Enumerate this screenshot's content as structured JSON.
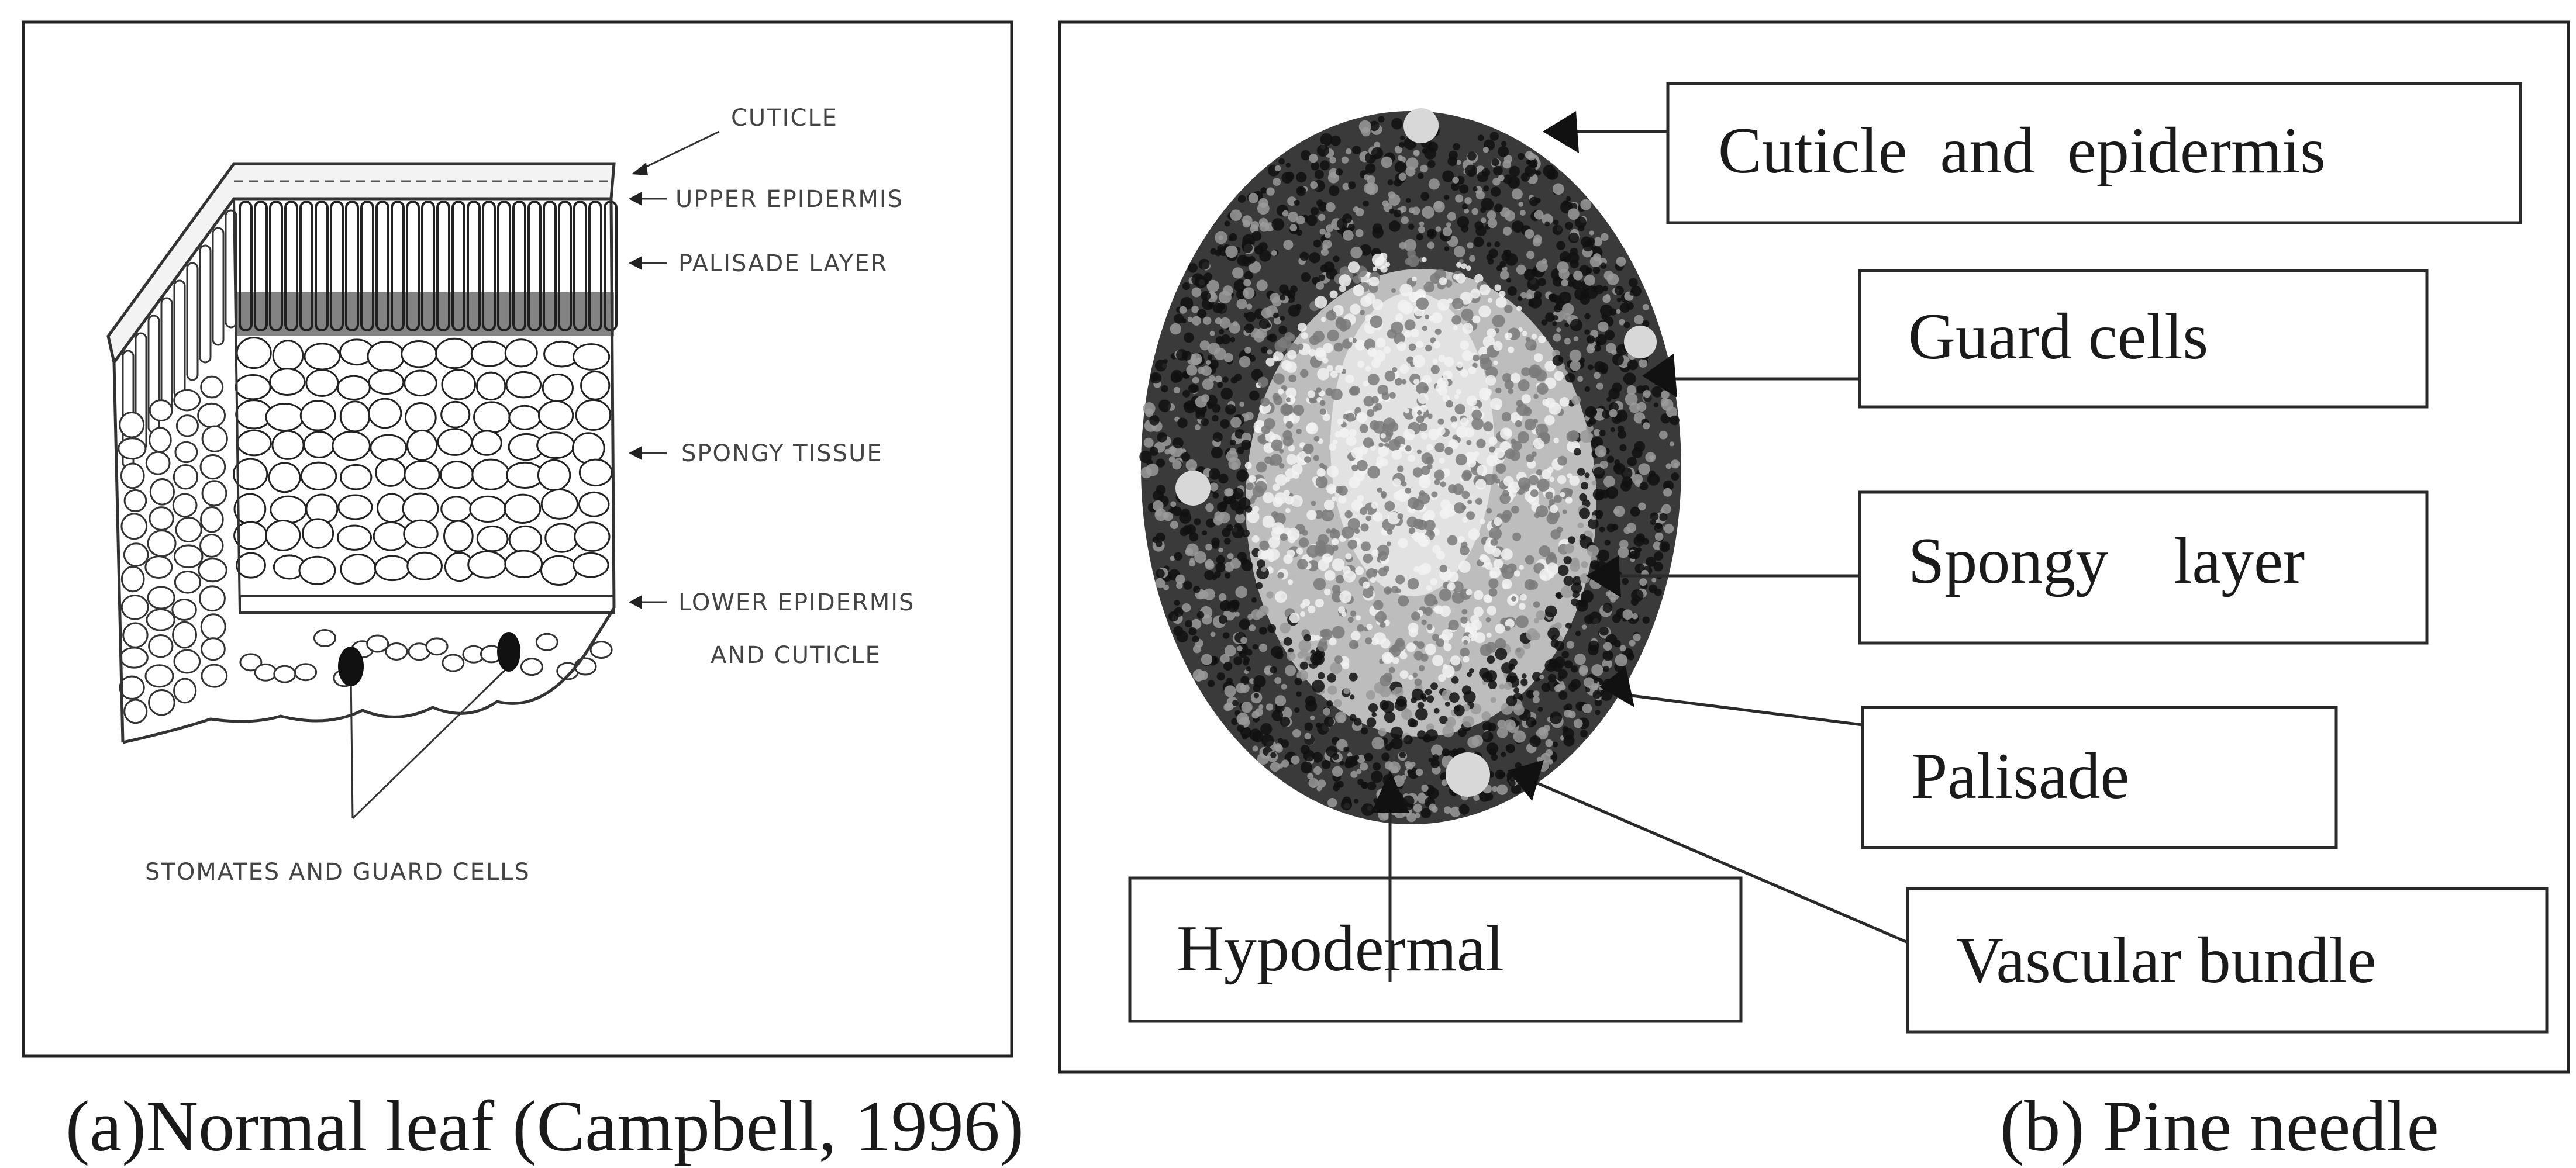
{
  "panel_a": {
    "labels": {
      "cuticle": "CUTICLE",
      "upper_epidermis": "UPPER EPIDERMIS",
      "palisade_layer": "PALISADE LAYER",
      "spongy_tissue": "SPONGY TISSUE",
      "lower_epidermis_line1": "LOWER EPIDERMIS",
      "lower_epidermis_line2": "AND CUTICLE",
      "stomates": "STOMATES AND GUARD CELLS"
    },
    "caption": "(a)Normal leaf (Campbell, 1996)"
  },
  "panel_b": {
    "labels": {
      "cuticle_epidermis": "Cuticle  and  epidermis",
      "guard_cells": "Guard cells",
      "spongy_layer": "Spongy    layer",
      "palisade": "Palisade",
      "hypodermal": "Hypodermal",
      "vascular_bundle": "Vascular bundle"
    },
    "caption": "(b) Pine needle"
  },
  "colors": {
    "ink": "#1a1a1a",
    "tissue_dark": "#2b2b2b",
    "tissue_light": "#d9d9d9"
  }
}
